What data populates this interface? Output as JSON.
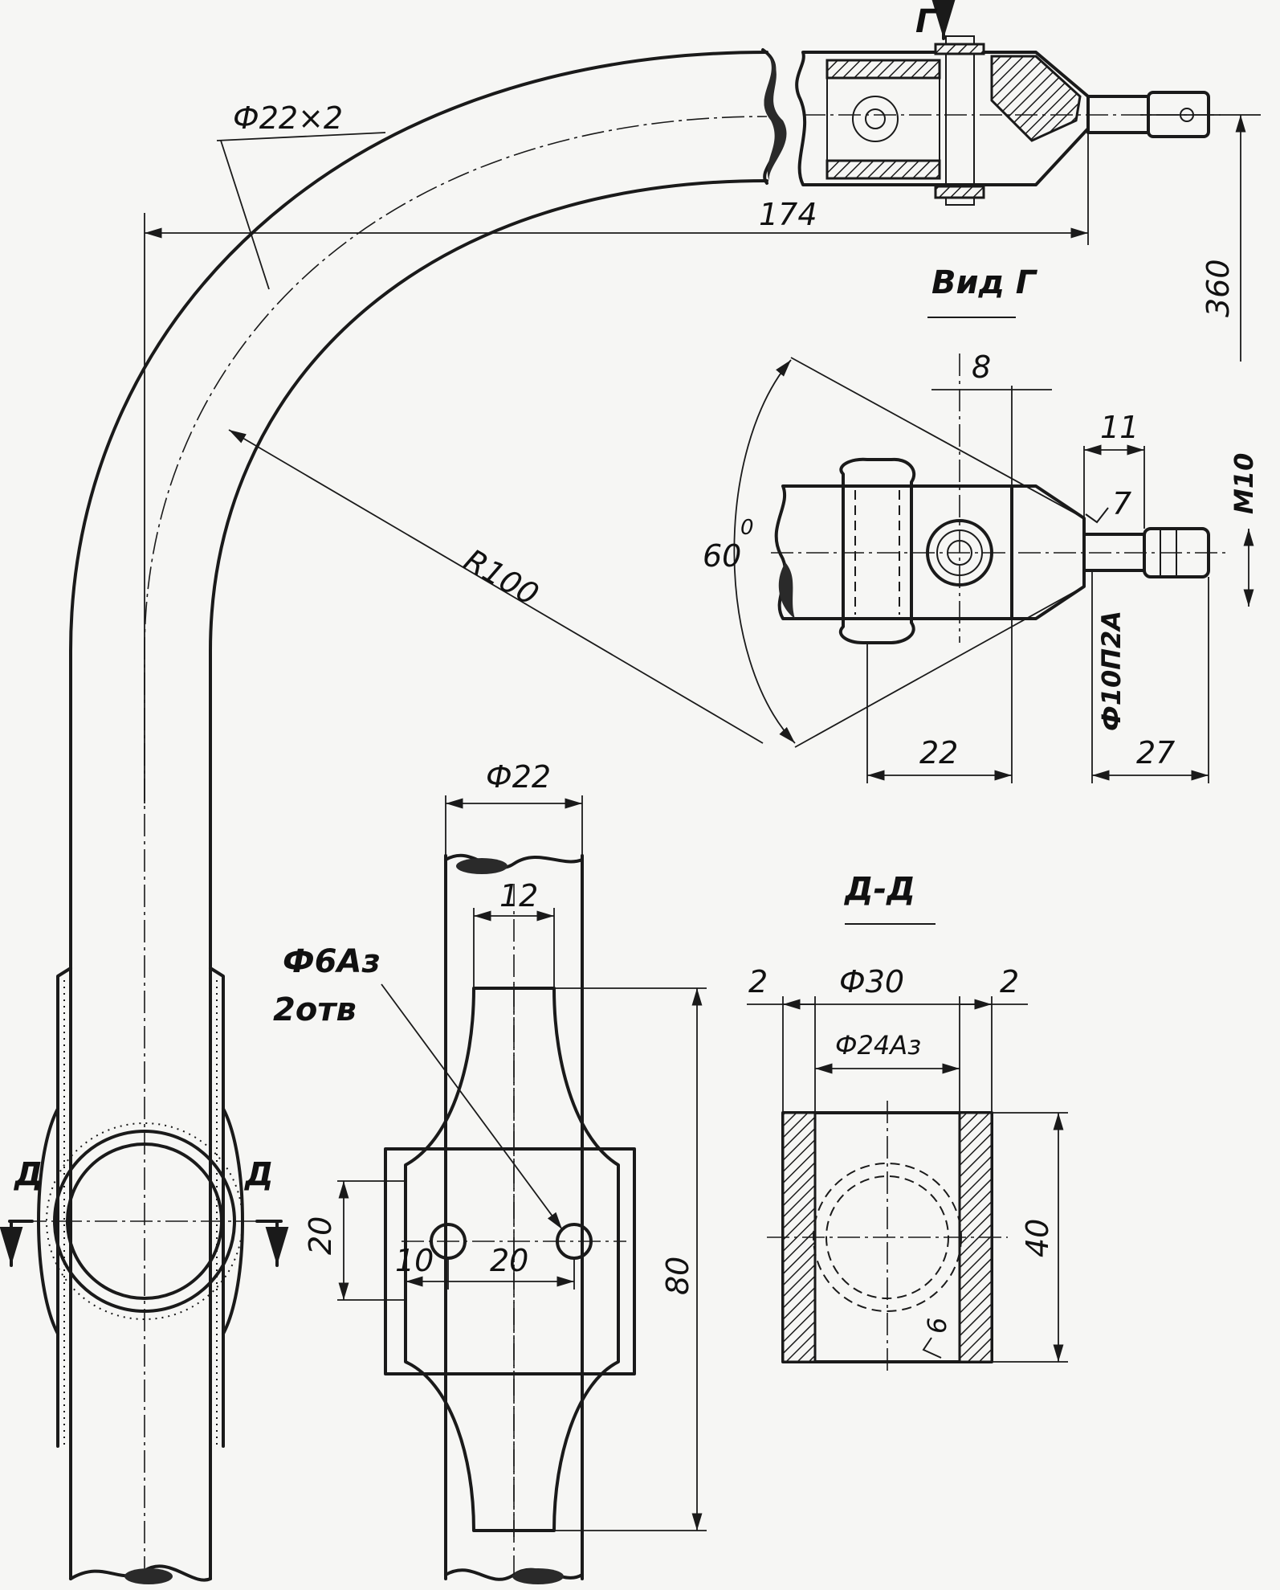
{
  "labels": {
    "tube_size": "Ф22×2",
    "length_174": "174",
    "height_360": "360",
    "view_g_title": "Вид Г",
    "dim_8": "8",
    "dim_11": "11",
    "thread_m10": "M10",
    "roughness_7": "7",
    "angle_60": "60",
    "angle_deg": "0",
    "radius_r100": "R100",
    "diameter_10": "Ф10П2А",
    "dim_22_bottom": "22",
    "dim_27": "27",
    "dim_22_top": "Ф22",
    "dim_12": "12",
    "hole_spec": "Ф6Аз",
    "hole_count": "2отв",
    "dim_20_vertical": "20",
    "dim_10": "10",
    "dim_20_horizontal": "20",
    "dim_80": "80",
    "section_title": "Д-Д",
    "dim_2_left": "2",
    "dim_30": "Ф30",
    "dim_2_right": "2",
    "dim_24": "Ф24Аз",
    "dim_40": "40",
    "roughness_6": "6",
    "section_mark_left": "Д",
    "section_mark_right": "Д",
    "view_arrow_g": "Г"
  }
}
